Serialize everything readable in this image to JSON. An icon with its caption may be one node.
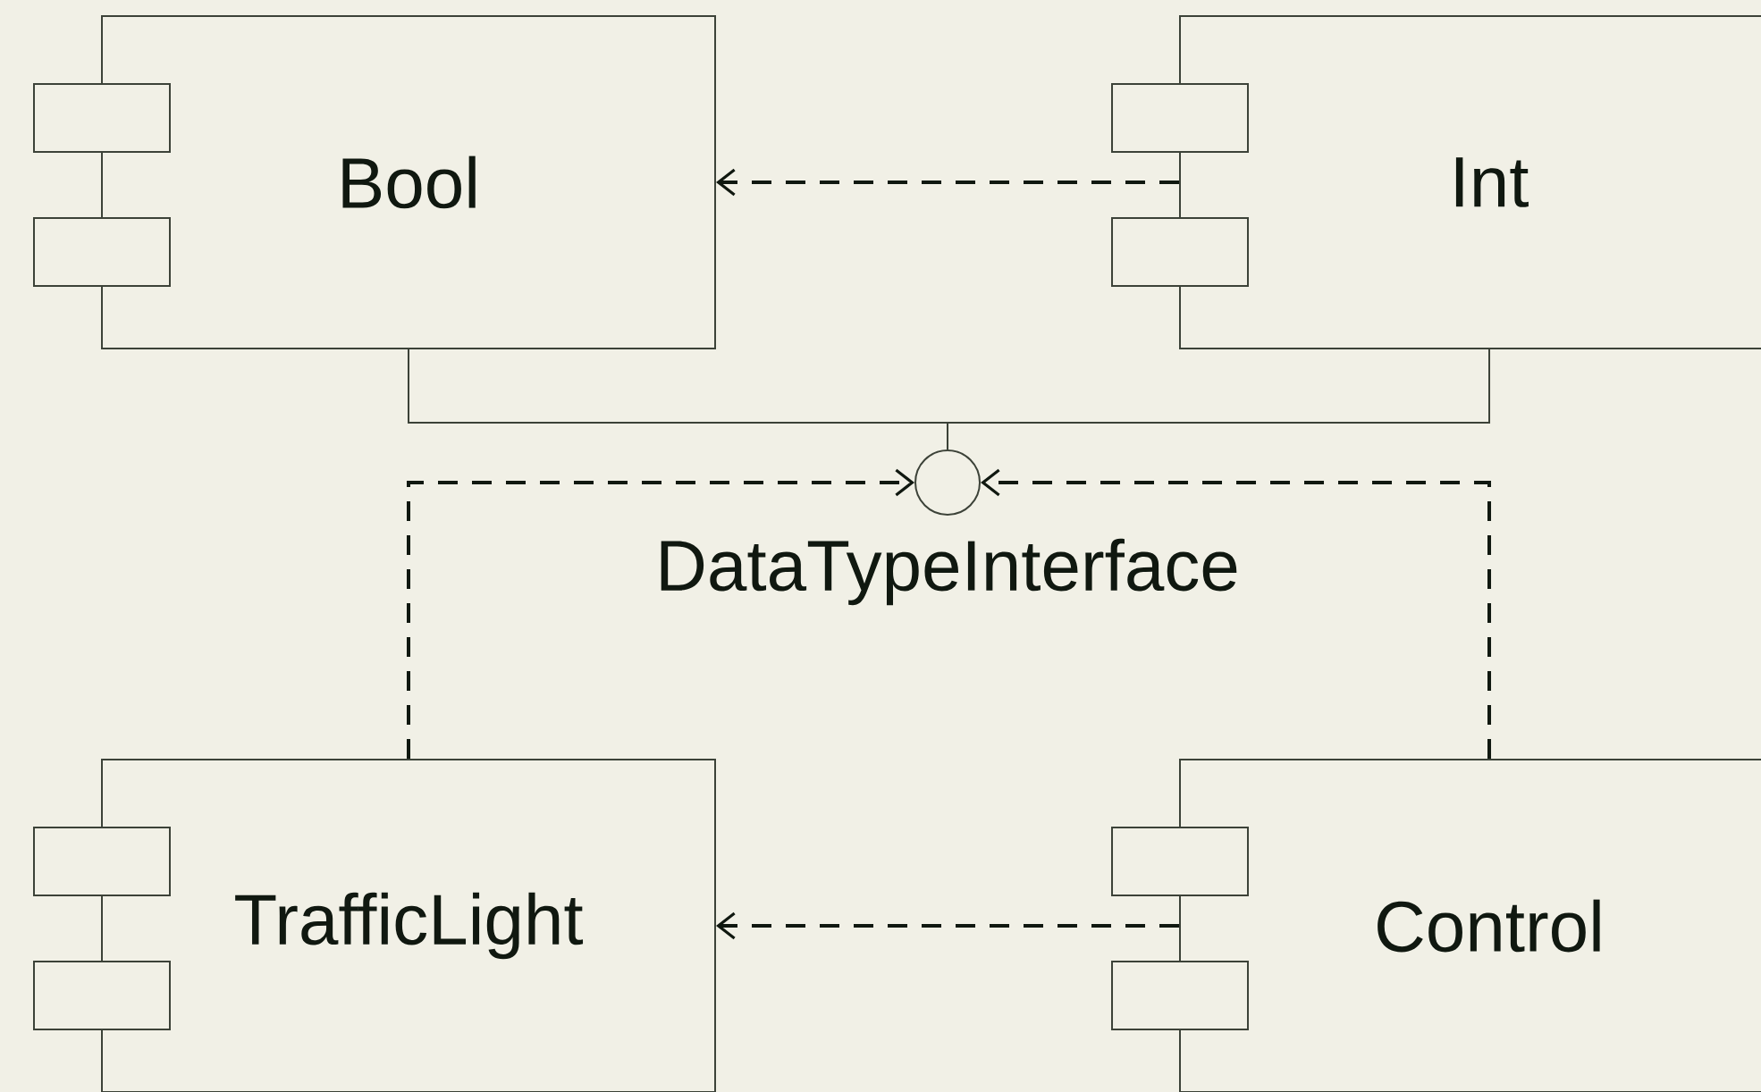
{
  "diagram": {
    "nodes": [
      {
        "text": [
          "Bool"
        ]
      },
      {
        "text": [
          "Int"
        ]
      },
      {
        "text": [],
        "shape": "circle",
        "beside": [
          "DataTypeInterface"
        ]
      },
      {
        "text": [
          "TrafficLight"
        ]
      },
      {
        "text": [
          "Control"
        ]
      }
    ],
    "edges": [
      {
        "from": 1,
        "to": 0,
        "arrow": "to",
        "style": "dashed"
      },
      {
        "from": 0,
        "to": 2,
        "arrow": "none"
      },
      {
        "from": 1,
        "to": 2,
        "arrow": "none"
      },
      {
        "from": 3,
        "to": 2,
        "arrow": "to",
        "style": "dashed"
      },
      {
        "from": 4,
        "to": 2,
        "arrow": "to",
        "style": "dashed"
      },
      {
        "from": 4,
        "to": 3,
        "arrow": "to",
        "style": "dashed"
      }
    ]
  }
}
